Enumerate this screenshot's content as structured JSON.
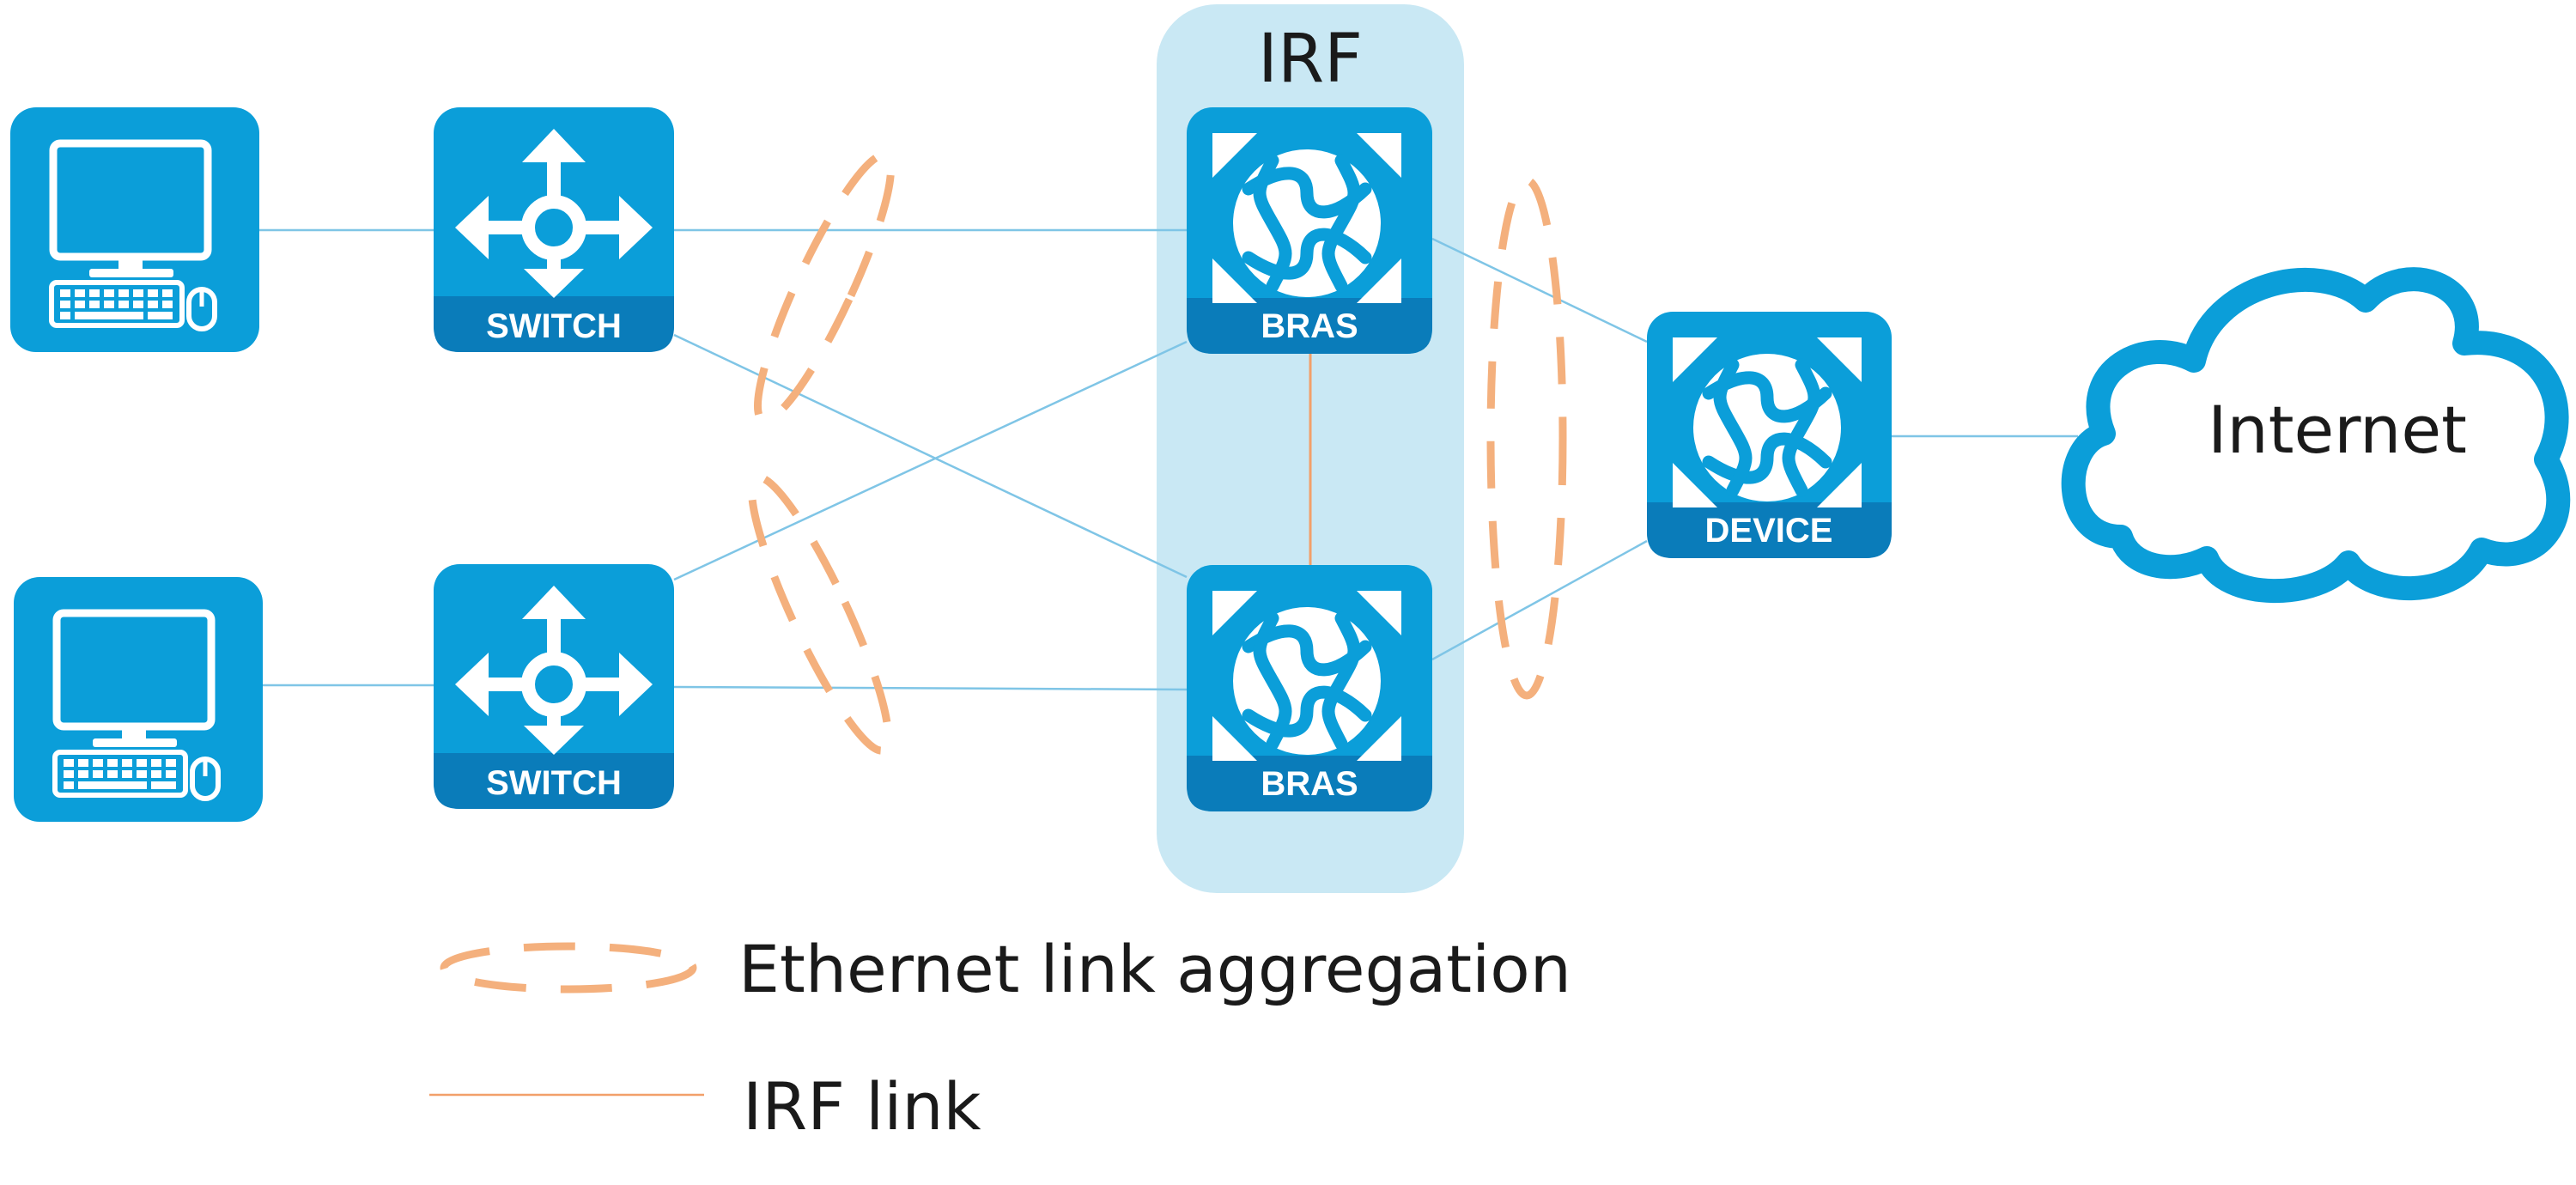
{
  "diagram": {
    "group_label": "IRF",
    "nodes": {
      "pc_top": {
        "kind": "computer"
      },
      "pc_bottom": {
        "kind": "computer"
      },
      "switch_top": {
        "label": "SWITCH"
      },
      "switch_bottom": {
        "label": "SWITCH"
      },
      "bras_top": {
        "label": "BRAS"
      },
      "bras_bottom": {
        "label": "BRAS"
      },
      "device": {
        "label": "DEVICE"
      },
      "internet": {
        "label": "Internet"
      }
    },
    "legend": {
      "aggregation_label": "Ethernet link aggregation",
      "irf_link_label": "IRF link"
    }
  },
  "colors": {
    "device_blue": "#0b9ed9",
    "device_band": "#0a7cba",
    "irf_zone": "#c9e8f4",
    "link_line": "#7fc5e6",
    "aggregation_orange": "#f4b07d",
    "irf_link_orange": "#f2a06a"
  }
}
